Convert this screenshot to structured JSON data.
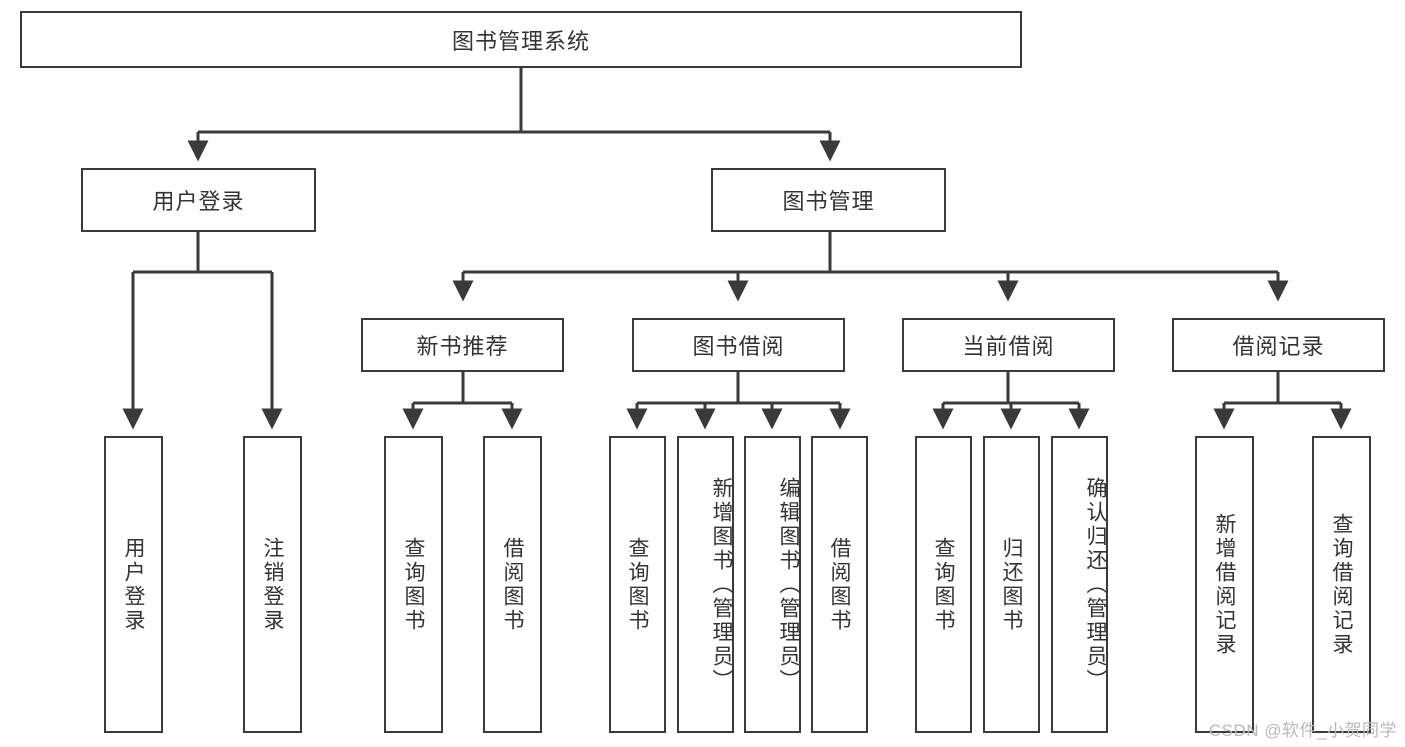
{
  "diagram": {
    "type": "tree",
    "title": "图书管理系统",
    "root": {
      "id": "root",
      "label": "图书管理系统",
      "orientation": "horizontal"
    },
    "level2": [
      {
        "id": "user-login",
        "label": "用户登录",
        "orientation": "horizontal"
      },
      {
        "id": "book-management",
        "label": "图书管理",
        "orientation": "horizontal"
      }
    ],
    "level3": [
      {
        "id": "new-book-recommend",
        "label": "新书推荐",
        "orientation": "horizontal",
        "parent": "book-management"
      },
      {
        "id": "book-borrow",
        "label": "图书借阅",
        "orientation": "horizontal",
        "parent": "book-management"
      },
      {
        "id": "current-borrow",
        "label": "当前借阅",
        "orientation": "horizontal",
        "parent": "book-management"
      },
      {
        "id": "borrow-record",
        "label": "借阅记录",
        "orientation": "horizontal",
        "parent": "book-management"
      }
    ],
    "leaves": [
      {
        "id": "leaf-user-login",
        "label": "用户登录",
        "orientation": "vertical",
        "parent": "user-login"
      },
      {
        "id": "leaf-logout",
        "label": "注销登录",
        "orientation": "vertical",
        "parent": "user-login"
      },
      {
        "id": "leaf-query-book-1",
        "label": "查询图书",
        "orientation": "vertical",
        "parent": "new-book-recommend"
      },
      {
        "id": "leaf-borrow-book-1",
        "label": "借阅图书",
        "orientation": "vertical",
        "parent": "new-book-recommend"
      },
      {
        "id": "leaf-query-book-2",
        "label": "查询图书",
        "orientation": "vertical",
        "parent": "book-borrow"
      },
      {
        "id": "leaf-add-book",
        "label": "新增图书（管理员）",
        "orientation": "vertical",
        "parent": "book-borrow"
      },
      {
        "id": "leaf-edit-book",
        "label": "编辑图书（管理员）",
        "orientation": "vertical",
        "parent": "book-borrow"
      },
      {
        "id": "leaf-borrow-book-2",
        "label": "借阅图书",
        "orientation": "vertical",
        "parent": "book-borrow"
      },
      {
        "id": "leaf-query-book-3",
        "label": "查询图书",
        "orientation": "vertical",
        "parent": "current-borrow"
      },
      {
        "id": "leaf-return-book",
        "label": "归还图书",
        "orientation": "vertical",
        "parent": "current-borrow"
      },
      {
        "id": "leaf-confirm-return",
        "label": "确认归还（管理员）",
        "orientation": "vertical",
        "parent": "current-borrow"
      },
      {
        "id": "leaf-add-record",
        "label": "新增借阅记录",
        "orientation": "vertical",
        "parent": "borrow-record"
      },
      {
        "id": "leaf-query-record",
        "label": "查询借阅记录",
        "orientation": "vertical",
        "parent": "borrow-record"
      }
    ]
  },
  "watermark": {
    "text": "CSDN @软件_小贺同学"
  },
  "colors": {
    "stroke": "#3a3a3a",
    "text": "#333333",
    "background": "#ffffff",
    "watermark": "#b9b9b9"
  }
}
